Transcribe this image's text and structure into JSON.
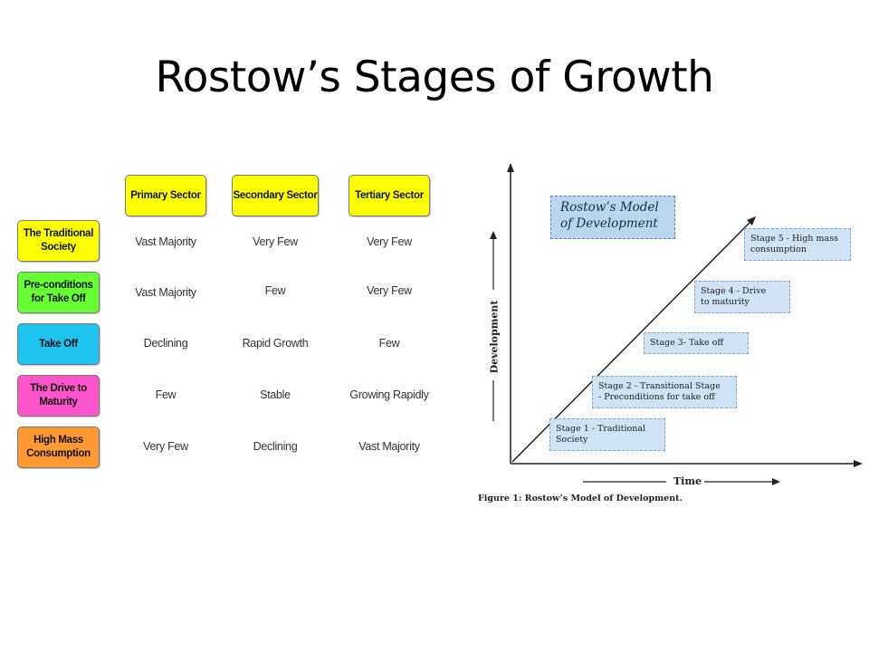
{
  "slide": {
    "title": "Rostow’s Stages of Growth"
  },
  "table": {
    "columns": [
      {
        "label": "Primary Sector",
        "color": "#ffff00"
      },
      {
        "label": "Secondary Sector",
        "color": "#ffff00"
      },
      {
        "label": "Tertiary Sector",
        "color": "#ffff00"
      }
    ],
    "rows": [
      {
        "label": "The Traditional\nSociety",
        "color": "#ffff00",
        "values": [
          "Vast Majority",
          "Very Few",
          "Very Few"
        ]
      },
      {
        "label": "Pre-conditions\nfor Take Off",
        "color": "#66ff33",
        "values": [
          "Vast Majority",
          "Few",
          "Very Few"
        ]
      },
      {
        "label": "Take Off",
        "color": "#1fc3f0",
        "values": [
          "Declining",
          "Rapid Growth",
          "Few"
        ]
      },
      {
        "label": "The Drive to\nMaturity",
        "color": "#ff55cc",
        "values": [
          "Few",
          "Stable",
          "Growing Rapidly"
        ]
      },
      {
        "label": "High Mass\nConsumption",
        "color": "#ff9933",
        "values": [
          "Very Few",
          "Declining",
          "Vast Majority"
        ]
      }
    ]
  },
  "diagram": {
    "model_title": "Rostow’s Model\nof Development",
    "y_label": "Development",
    "x_label": "Time",
    "caption": "Figure 1: Rostow’s Model of Development.",
    "stages": [
      "Stage 1 - Traditional\nSociety",
      "Stage 2 - Transitional Stage\n- Preconditions for take off",
      "Stage 3- Take off",
      "Stage 4 - Drive\nto maturity",
      "Stage 5 - High mass\nconsumption"
    ]
  }
}
